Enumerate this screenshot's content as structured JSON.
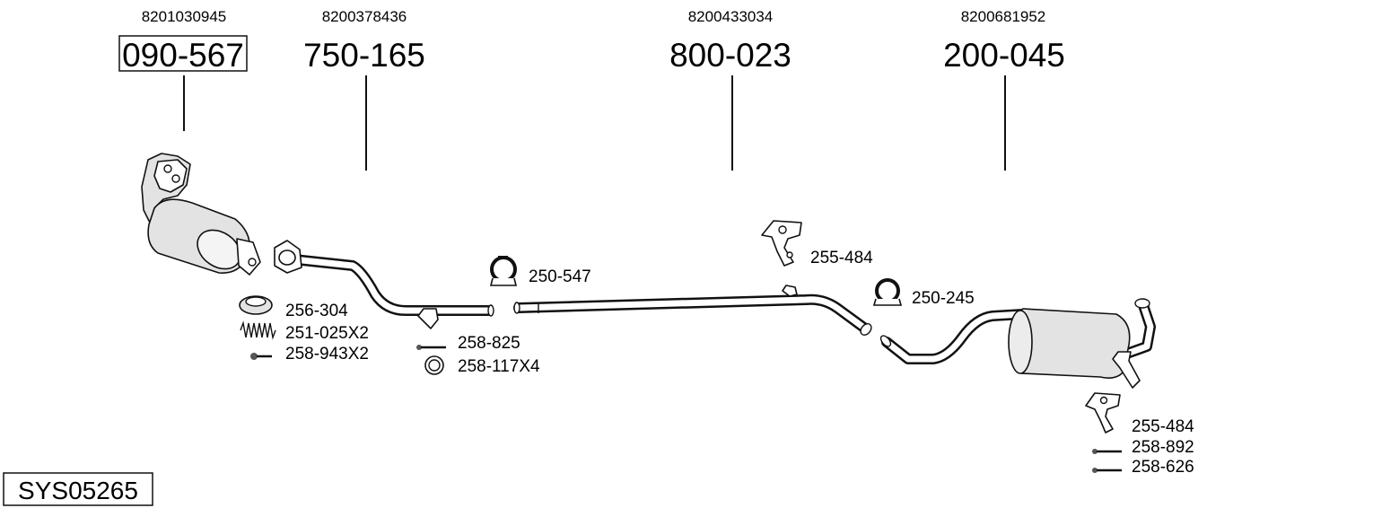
{
  "diagram": {
    "oem_numbers": [
      "8201030945",
      "8200378436",
      "8200433034",
      "8200681952"
    ],
    "main_parts": [
      "090-567",
      "750-165",
      "800-023",
      "200-045"
    ],
    "system_code": "SYS05265",
    "accessories": {
      "cat_group": [
        "256-304",
        "251-025X2",
        "258-943X2"
      ],
      "front_pipe_group": [
        "258-825",
        "258-117X4"
      ],
      "clamp_1": "250-547",
      "hanger_1": "255-484",
      "clamp_2": "250-245",
      "rear_group": [
        "255-484",
        "258-892",
        "258-626"
      ]
    }
  }
}
